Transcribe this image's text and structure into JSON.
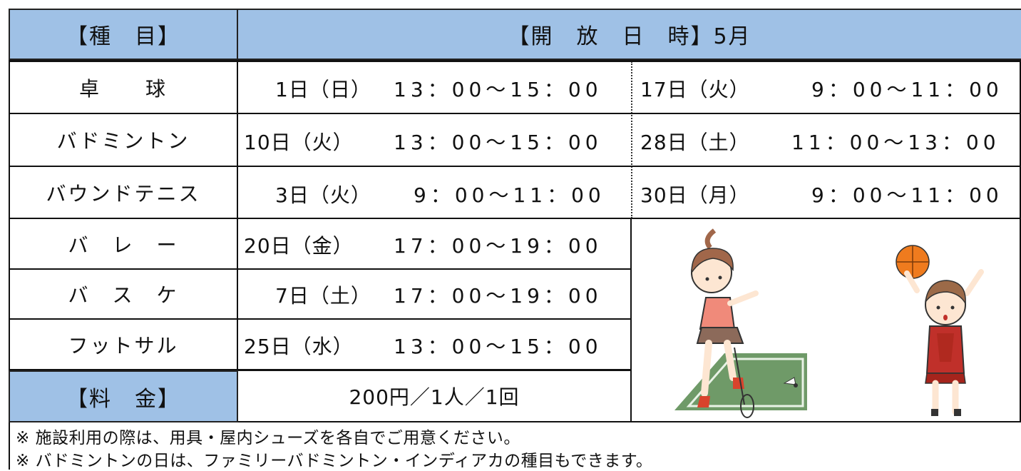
{
  "header": {
    "category": "【種　目】",
    "schedule": "【開　放　日　時】5月"
  },
  "rows": [
    {
      "category": "卓　　球",
      "slots": [
        {
          "day": "1日（日）",
          "time": "13：00〜15：00"
        },
        {
          "day": "17日（火）",
          "time": "9：00〜11：00"
        }
      ]
    },
    {
      "category": "バドミントン",
      "slots": [
        {
          "day": "10日（火）",
          "time": "13：00〜15：00"
        },
        {
          "day": "28日（土）",
          "time": "11：00〜13：00"
        }
      ]
    },
    {
      "category": "バウンドテニス",
      "slots": [
        {
          "day": "3日（火）",
          "time": "9：00〜11：00"
        },
        {
          "day": "30日（月）",
          "time": "9：00〜11：00"
        }
      ]
    },
    {
      "category": "バ　レ　ー",
      "slots": [
        {
          "day": "20日（金）",
          "time": "17：00〜19：00"
        }
      ]
    },
    {
      "category": "バ　ス　ケ",
      "slots": [
        {
          "day": "7日（土）",
          "time": "17：00〜19：00"
        }
      ]
    },
    {
      "category": "フットサル",
      "slots": [
        {
          "day": "25日（水）",
          "time": "13：00〜15：00"
        }
      ]
    }
  ],
  "fee": {
    "label": "【料　金】",
    "value": "200円／1人／1回"
  },
  "notes": [
    "※ 施設利用の際は、用具・屋内シューズを各自でご用意ください。",
    "※ バドミントンの日は、ファミリーバドミントン・インディアカの種目もできます。"
  ],
  "colors": {
    "header_bg": "#9fc1e6",
    "court": "#6f9a68",
    "shirt": "#f08a7a",
    "ball": "#ef7b1e",
    "jersey": "#c0302a"
  }
}
